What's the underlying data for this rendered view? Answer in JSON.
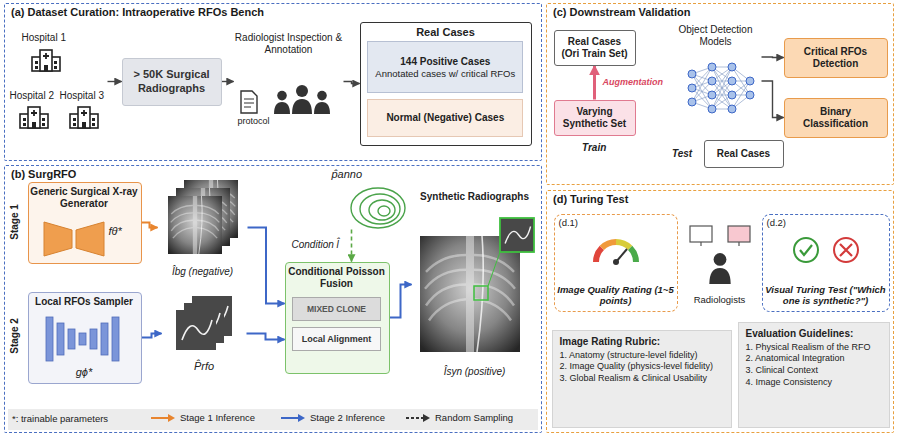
{
  "diagram": {
    "nodes": [
      {
        "text": [
          "(a) Dataset Curation: Intraoperative RFOs Bench"
        ]
      },
      {
        "text": [
          "Hospital 1",
          "Hospital 2",
          "Hospital 3"
        ],
        "in": 0
      },
      {
        "text": [
          "> 50K Surgical Radiographs"
        ],
        "in": 0
      },
      {
        "text": [
          "Radiologist Inspection & Annotation",
          "protocol"
        ],
        "in": 0
      },
      {
        "text": [
          "Real Cases"
        ],
        "in": 0
      },
      {
        "text": [
          "144 Positive Cases",
          "Annotated cases w/ critical RFOs"
        ],
        "in": 4
      },
      {
        "text": [
          "Normal (Negative) Cases"
        ],
        "in": 4
      },
      {
        "text": [
          "(b) SurgRFO"
        ]
      },
      {
        "text": [
          "Generic Surgical X-ray Generator",
          "fθ*"
        ],
        "in": 7
      },
      {
        "text": [
          "Local RFOs Sampler",
          "gϕ*"
        ],
        "in": 7
      },
      {
        "text": [
          "Conditional Poisson Fusion"
        ],
        "in": 7
      },
      {
        "text": [
          "MIXED CLONE"
        ],
        "in": 10
      },
      {
        "text": [
          "Local Alignment"
        ],
        "in": 10
      },
      {
        "text": [
          "Îbg (negative)"
        ],
        "in": 7
      },
      {
        "text": [
          "P̂rfo"
        ],
        "in": 7
      },
      {
        "text": [
          "Synthetic Radiographs",
          "Îsyn (positive)"
        ],
        "in": 7
      },
      {
        "text": [
          "p̂anno"
        ],
        "in": 7
      },
      {
        "text": [
          "(c) Downstream Validation"
        ]
      },
      {
        "text": [
          "Real Cases (Ori Train Set)"
        ],
        "in": 17
      },
      {
        "text": [
          "Varying Synthetic Set"
        ],
        "in": 17
      },
      {
        "text": [
          "Object Detection Models"
        ],
        "in": 17
      },
      {
        "text": [
          "Critical RFOs Detection"
        ],
        "in": 17
      },
      {
        "text": [
          "Binary Classification"
        ],
        "in": 17
      },
      {
        "text": [
          "Real Cases"
        ],
        "in": 17
      },
      {
        "text": [
          "(d) Turing Test"
        ]
      },
      {
        "text": [
          "(d.1)",
          "Image Quality Rating (1~5 points)"
        ],
        "in": 24
      },
      {
        "text": [
          "Radiologists"
        ],
        "in": 24
      },
      {
        "text": [
          "(d.2)",
          "Visual Turing Test (\"Which one is synthetic?\")"
        ],
        "in": 24
      },
      {
        "text": [
          "Image Rating Rubric:",
          "1. Anatomy (structure-level fidelity)",
          "2. Image Quality (physics-level fidelity)",
          "3. Global Realism & Clinical Usability"
        ],
        "in": 24
      },
      {
        "text": [
          "Evaluation Guidelines:",
          "1. Physical Realism of the RFO",
          "2. Anatomical Integration",
          "3. Clinical Context",
          "4. Image Consistency"
        ],
        "in": 24
      }
    ],
    "edges": [
      {
        "from": 1,
        "to": 2,
        "arrow": "to"
      },
      {
        "from": 2,
        "to": 3,
        "arrow": "to"
      },
      {
        "from": 3,
        "to": 4,
        "arrow": "to"
      },
      {
        "from": 8,
        "to": 13,
        "arrow": "to"
      },
      {
        "from": 13,
        "to": 10,
        "arrow": "to"
      },
      {
        "from": 9,
        "to": 14,
        "arrow": "to"
      },
      {
        "from": 14,
        "to": 10,
        "arrow": "to"
      },
      {
        "from": 10,
        "to": 15,
        "arrow": "to"
      },
      {
        "from": 16,
        "to": 10,
        "arrow": "to",
        "label": "Condition l̂"
      },
      {
        "from": 19,
        "to": 18,
        "arrow": "to",
        "label": "Augmentation"
      },
      {
        "from": 20,
        "to": 21,
        "arrow": "to"
      },
      {
        "from": 20,
        "to": 22,
        "arrow": "to"
      }
    ],
    "labels": [
      "Stage 1",
      "Stage 2",
      "*: trainable parameters",
      "Train",
      "Test"
    ],
    "legend": [
      {
        "text": "Stage 1 Inference"
      },
      {
        "text": "Stage 2 Inference"
      },
      {
        "text": "Random Sampling"
      }
    ]
  }
}
